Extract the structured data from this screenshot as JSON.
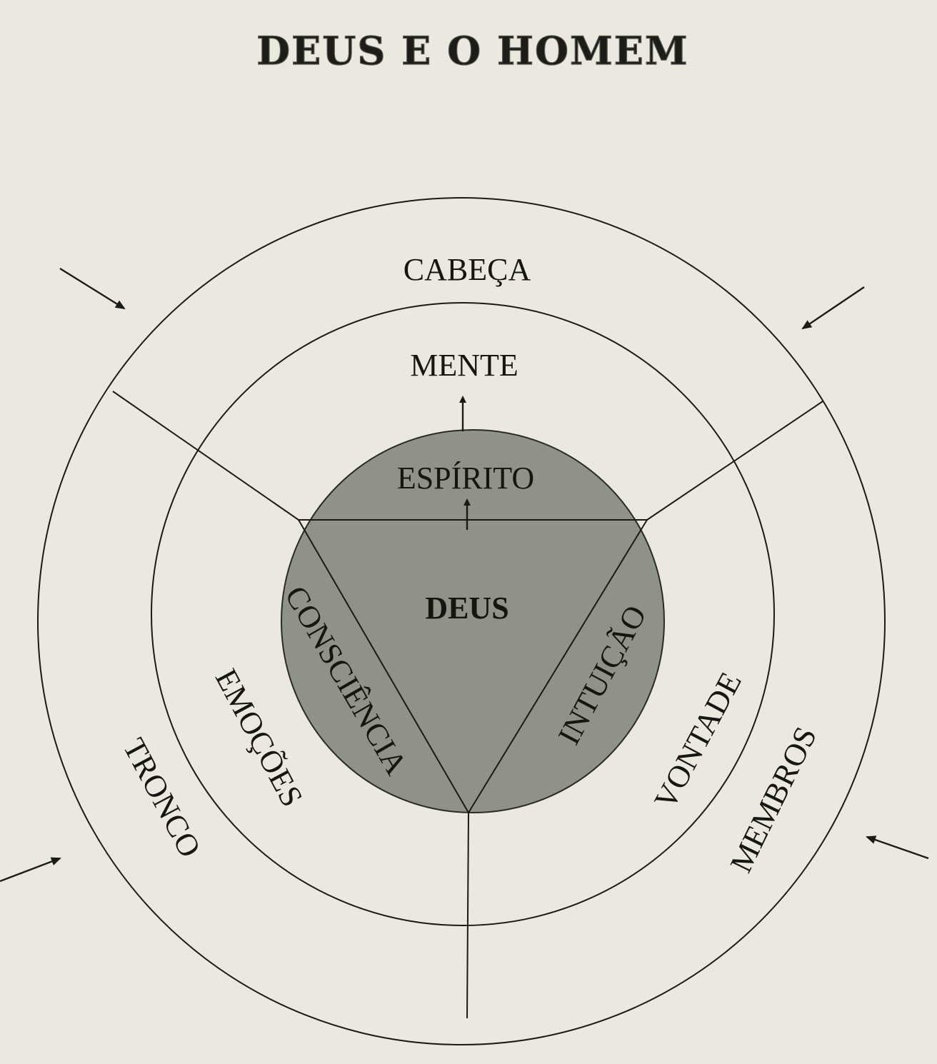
{
  "title": "DEUS E O HOMEM",
  "outer_ring": {
    "top": "CABEÇA",
    "left": "TRONCO",
    "right": "MEMBROS"
  },
  "middle_ring": {
    "top": "MENTE",
    "left": "EMOÇÕES",
    "right": "VONTADE"
  },
  "core": {
    "top": "ESPÍRITO",
    "center": "DEUS",
    "left": "CONSCIÊNCIA",
    "right": "INTUIÇÃO"
  },
  "colors": {
    "background": "#ebe9df",
    "core_fill": "#8f9387",
    "ink": "#1a1a17"
  }
}
